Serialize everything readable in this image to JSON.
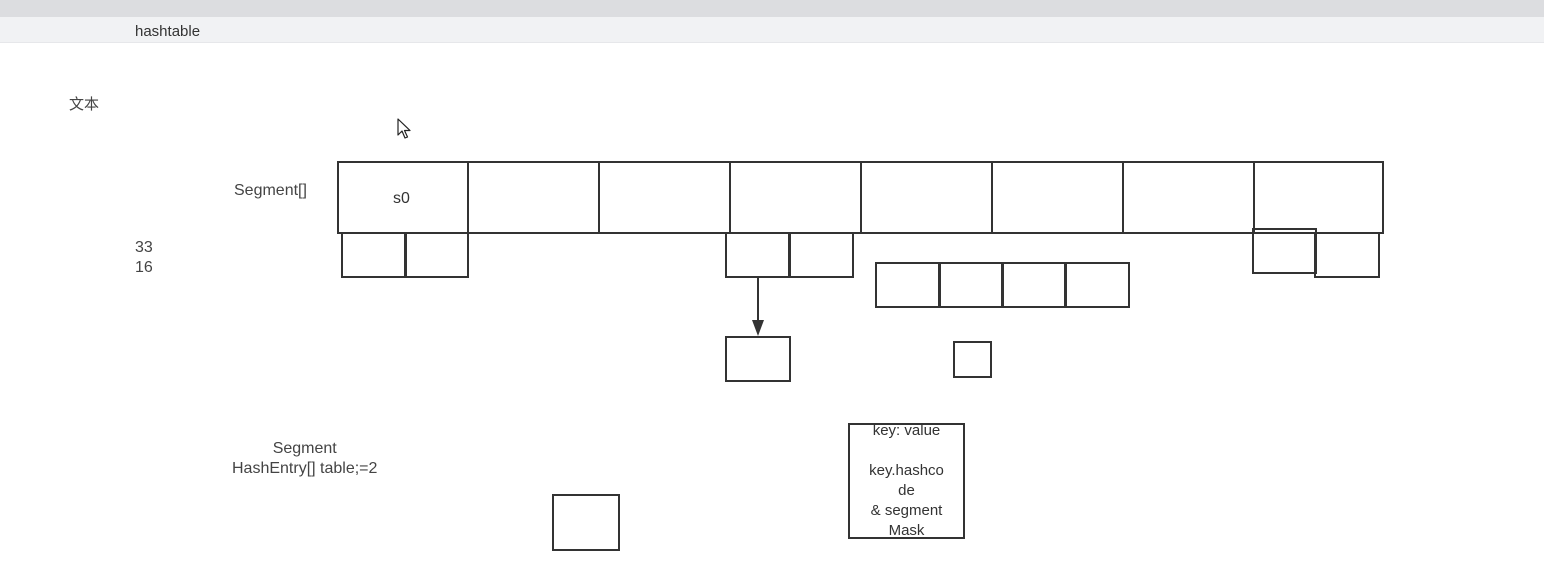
{
  "tab": {
    "title": "hashtable"
  },
  "canvas": {
    "corner_label": "文本",
    "segment_array_label": "Segment[]",
    "numbers": [
      "33",
      "16"
    ],
    "first_cell_label": "s0",
    "segment_desc": [
      "Segment",
      "HashEntry[] table;=2"
    ],
    "note_lines": [
      "key:  value",
      "",
      "key.hashco",
      "de",
      "& segment",
      "Mask"
    ]
  },
  "colors": {
    "stroke": "#333333",
    "tab_bar": "#f1f2f4",
    "top_strip": "#dcdde0"
  },
  "icons": {
    "cursor": "mouse-pointer-icon"
  }
}
